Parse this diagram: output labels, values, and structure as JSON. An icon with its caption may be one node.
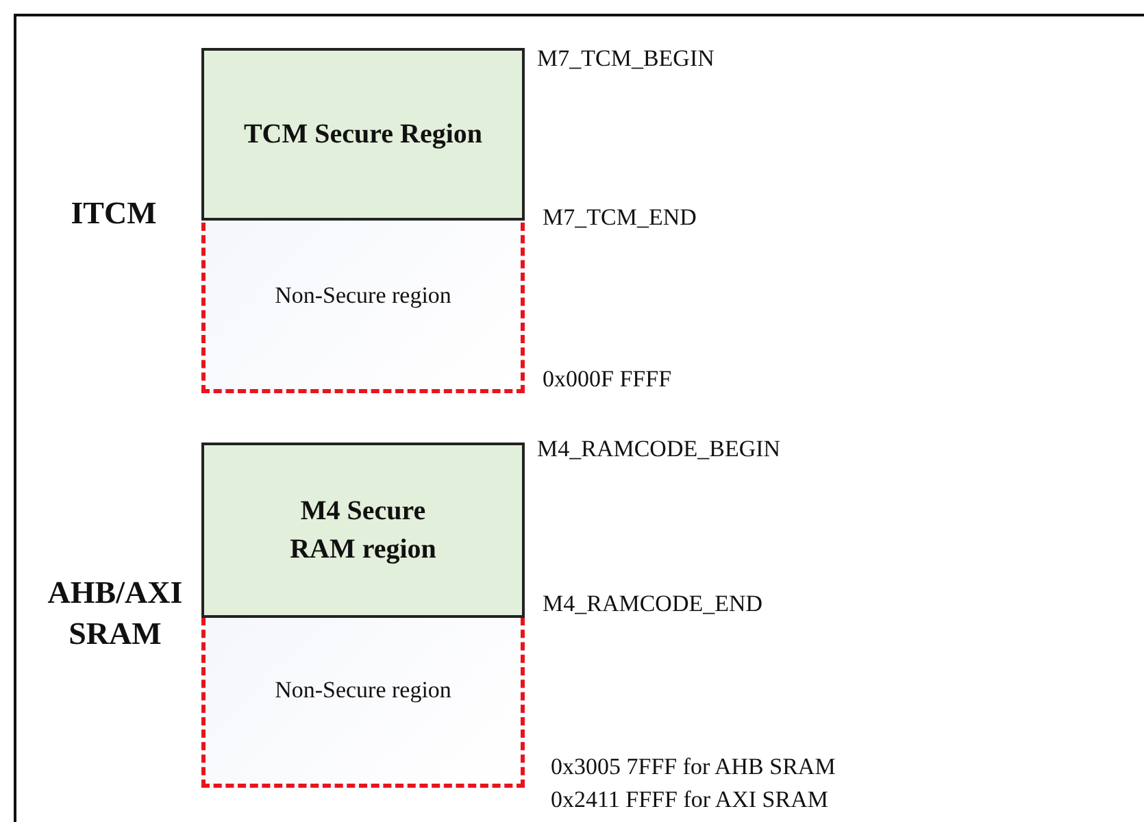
{
  "diagram": {
    "nodes": [
      {
        "text": [
          "ITCM",
          "Non-Secure region"
        ]
      },
      {
        "text": [
          "TCM Secure Region"
        ],
        "in": 0
      },
      {
        "text": [
          "AHB/AXI SRAM",
          "Non-Secure region"
        ]
      },
      {
        "text": [
          "M4 Secure RAM region"
        ],
        "in": 2
      }
    ],
    "labels": [
      "M7_TCM_BEGIN",
      "M7_TCM_END",
      "0x000F FFFF",
      "M4_RAMCODE_BEGIN",
      "M4_RAMCODE_END",
      "0x3005 7FFF for AHB SRAM",
      "0x2411 FFFF for AXI SRAM"
    ]
  }
}
